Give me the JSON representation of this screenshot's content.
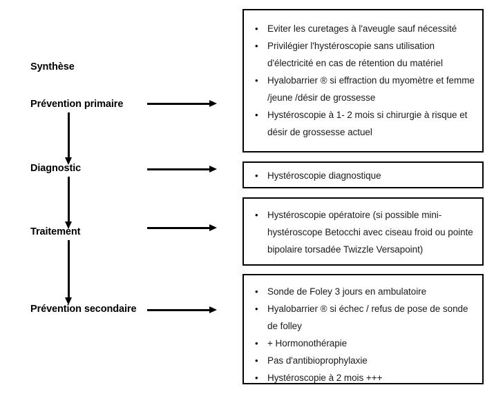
{
  "diagram": {
    "title": "Synthèse",
    "stages": [
      {
        "label": "Synthèse"
      },
      {
        "label": "Prévention primaire"
      },
      {
        "label": "Diagnostic"
      },
      {
        "label": "Traitement"
      },
      {
        "label": "Prévention secondaire"
      }
    ],
    "panels": [
      {
        "name": "prevention-primaire-panel",
        "items": [
          "Eviter les curetages à l'aveugle sauf nécessité",
          "Privilégier l'hystéroscopie sans utilisation d'électricité en cas de rétention du matériel",
          "Hyalobarrier ® si effraction du myomètre et femme /jeune /désir de grossesse",
          "Hystéroscopie à 1- 2 mois si chirurgie à risque et désir de grossesse actuel"
        ]
      },
      {
        "name": "diagnostic-panel",
        "items": [
          "Hystéroscopie diagnostique"
        ]
      },
      {
        "name": "traitement-panel",
        "items": [
          "Hystéroscopie opératoire (si possible mini-hystéroscope Betocchi avec ciseau froid ou pointe bipolaire torsadée Twizzle Versapoint)"
        ]
      },
      {
        "name": "prevention-secondaire-panel",
        "items": [
          "Sonde de Foley 3 jours en ambulatoire",
          "Hyalobarrier ® si échec / refus  de pose de sonde de folley",
          "+ Hormonothérapie",
          "Pas d'antibioprophylaxie",
          "Hystéroscopie à 2 mois +++"
        ]
      }
    ],
    "colors": {
      "background": "#ffffff",
      "text": "#000000",
      "body_text": "#1a1a1a",
      "border": "#000000"
    }
  }
}
